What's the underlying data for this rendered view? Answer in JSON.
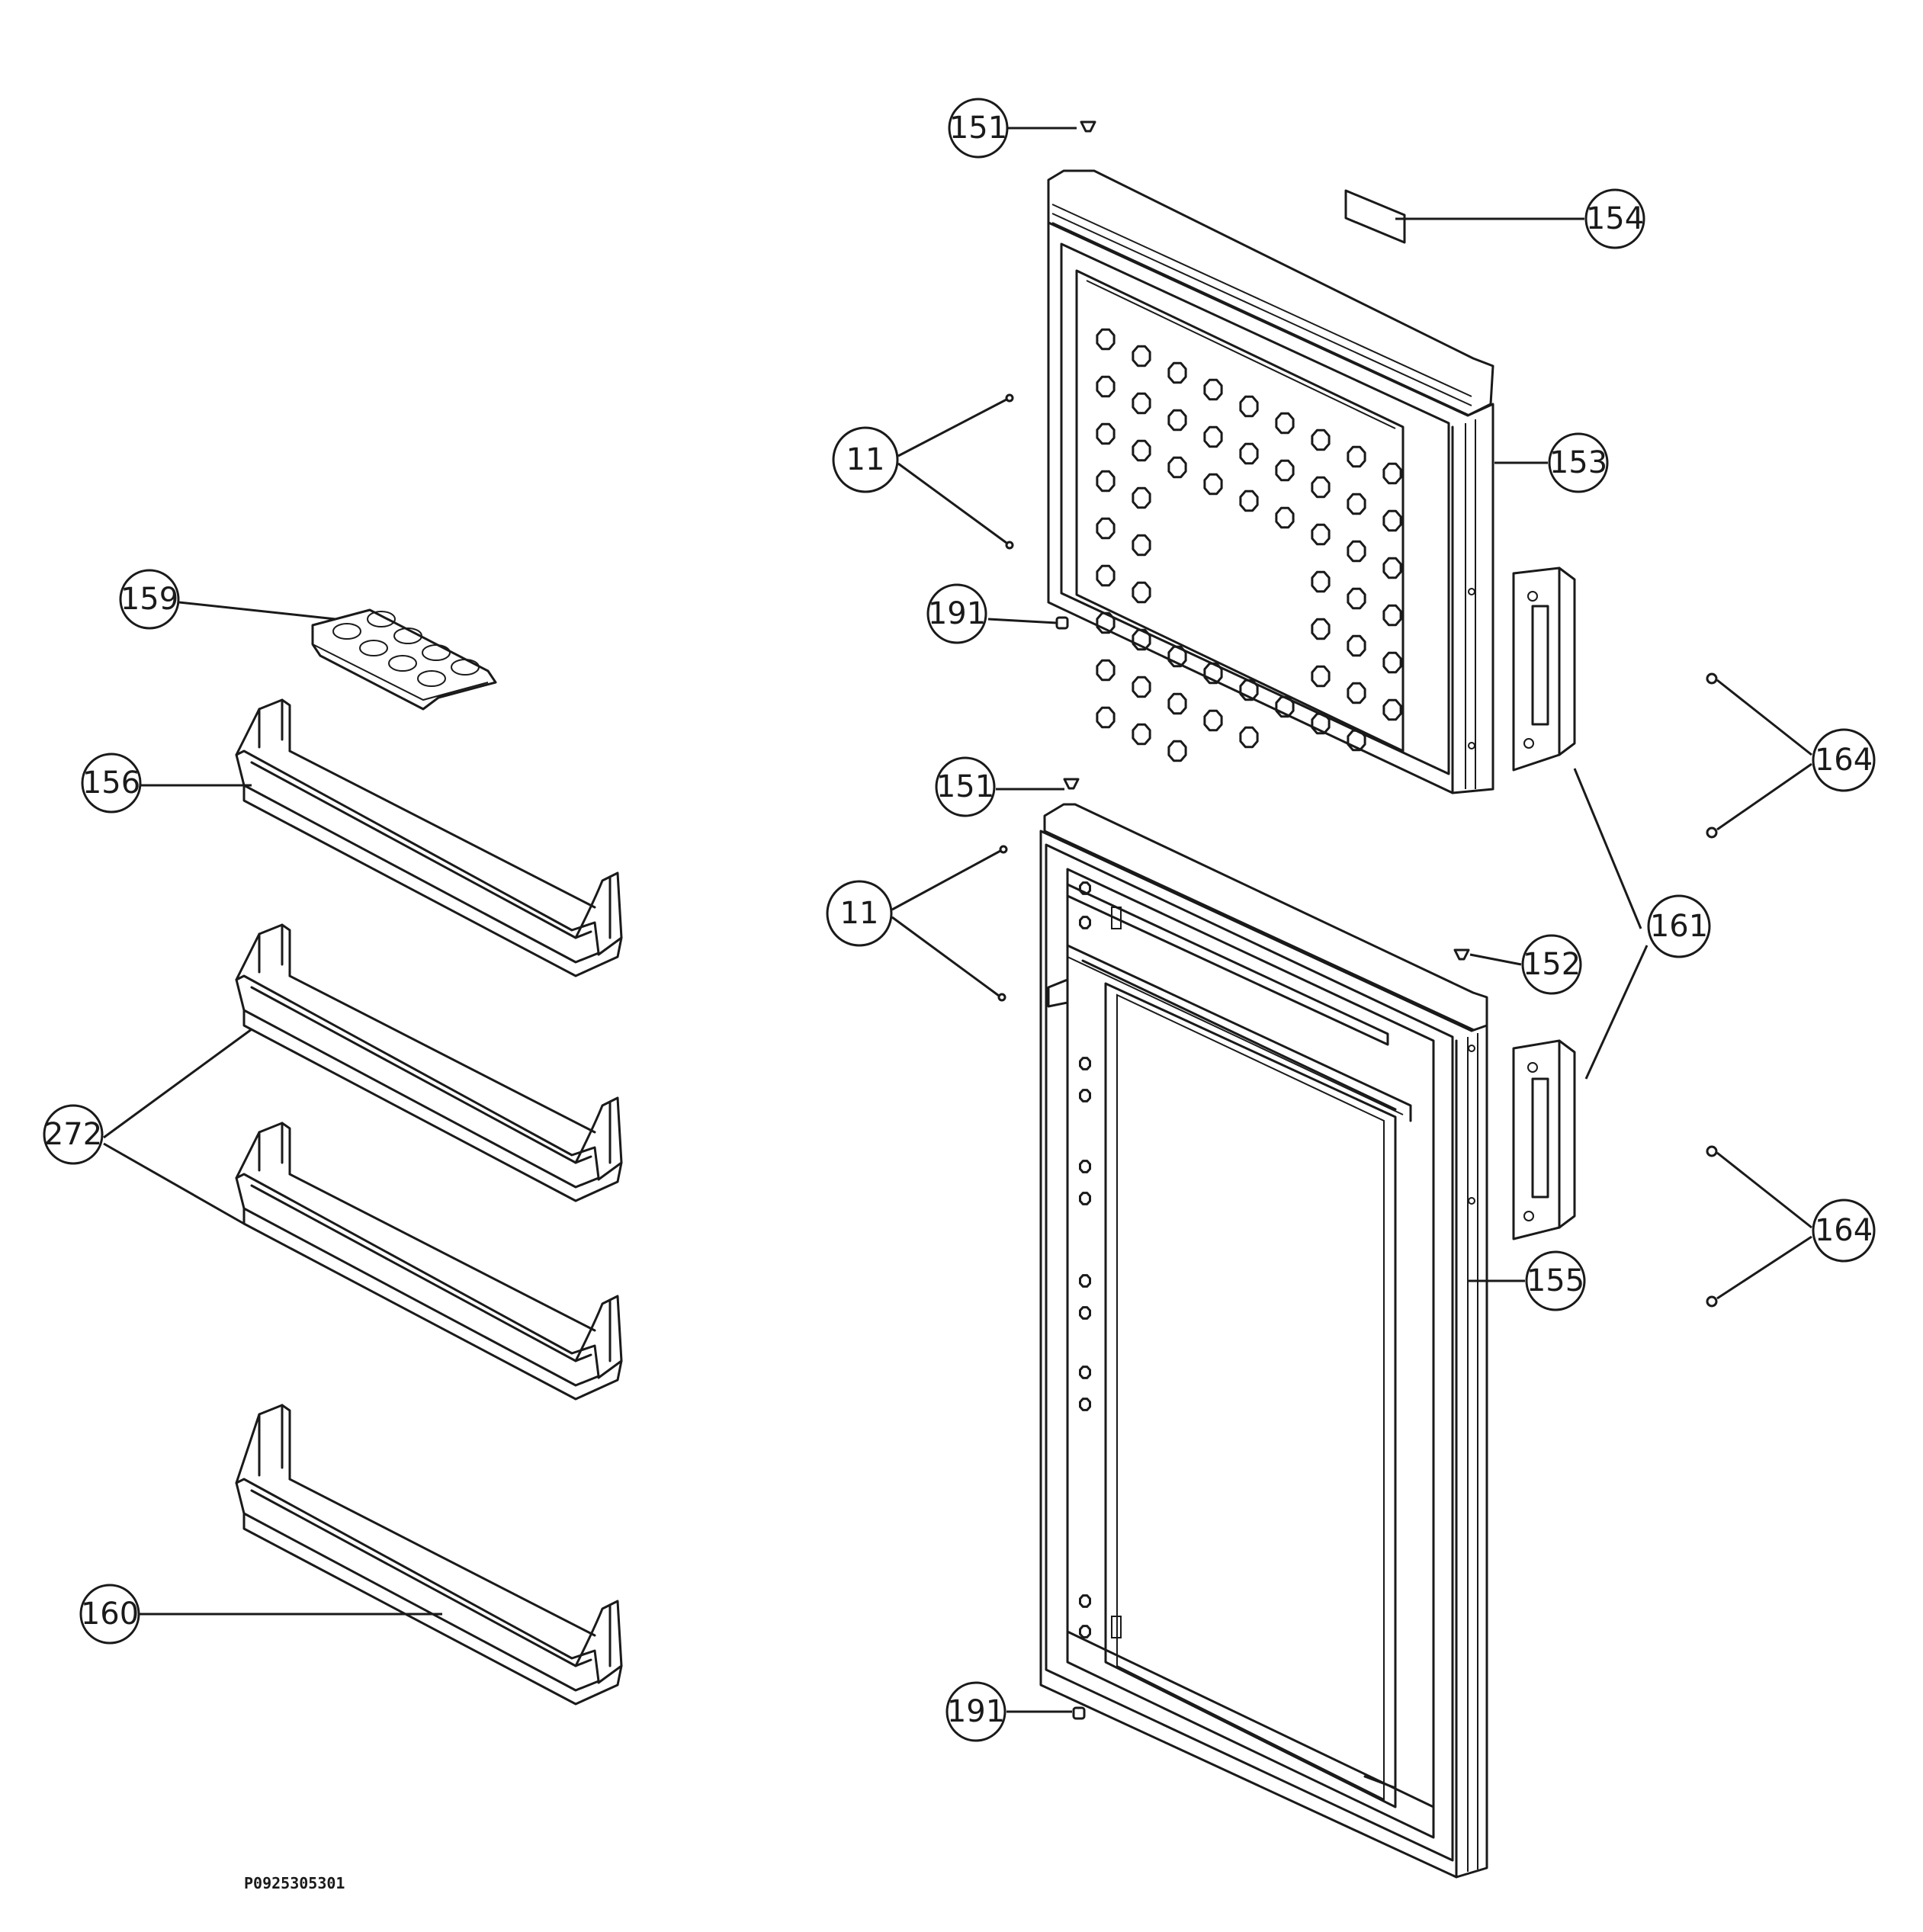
{
  "diagram": {
    "reference_code": "P0925305301",
    "callouts": [
      {
        "id": "c151a",
        "label": "151"
      },
      {
        "id": "c154",
        "label": "154"
      },
      {
        "id": "c11a",
        "label": "11"
      },
      {
        "id": "c153",
        "label": "153"
      },
      {
        "id": "c159",
        "label": "159"
      },
      {
        "id": "c191a",
        "label": "191"
      },
      {
        "id": "c156",
        "label": "156"
      },
      {
        "id": "c164a",
        "label": "164"
      },
      {
        "id": "c151b",
        "label": "151"
      },
      {
        "id": "c11b",
        "label": "11"
      },
      {
        "id": "c161",
        "label": "161"
      },
      {
        "id": "c152",
        "label": "152"
      },
      {
        "id": "c272",
        "label": "272"
      },
      {
        "id": "c164b",
        "label": "164"
      },
      {
        "id": "c155",
        "label": "155"
      },
      {
        "id": "c160",
        "label": "160"
      },
      {
        "id": "c191b",
        "label": "191"
      }
    ]
  }
}
